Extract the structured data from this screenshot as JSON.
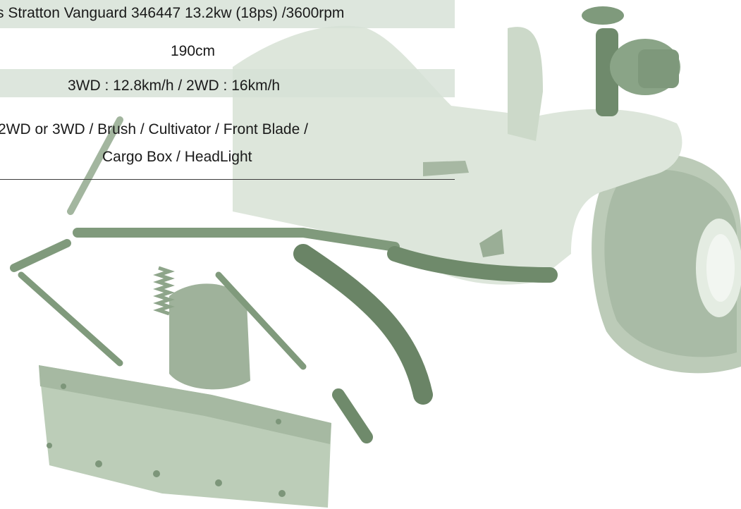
{
  "specs": {
    "engine": "s Stratton Vanguard 346447 13.2kw (18ps) /3600rpm",
    "width": "190cm",
    "speed": "3WD : 12.8km/h / 2WD : 16km/h",
    "options_line1": "2WD or 3WD / Brush / Cultivator / Front Blade /",
    "options_line2": "Cargo Box / HeadLight"
  },
  "colors": {
    "row_shade": "#d6e1d6",
    "text": "#1a1a1a",
    "illustration_tint": "#d3dfd1"
  },
  "illustration": {
    "subject": "tractor-with-front-blade-image"
  }
}
